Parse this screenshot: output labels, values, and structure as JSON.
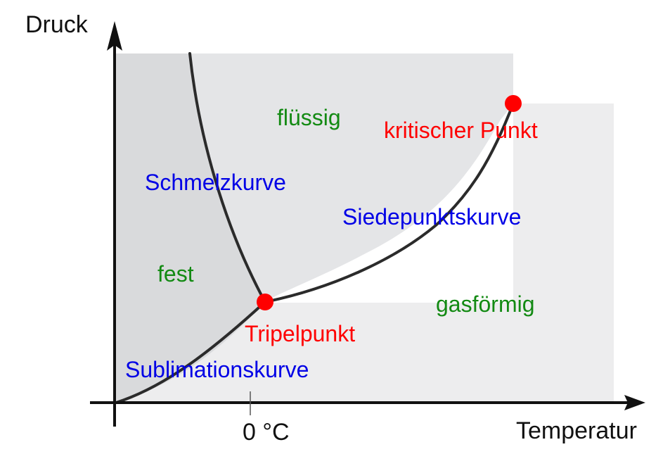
{
  "axes": {
    "y_label": "Druck",
    "x_label": "Temperatur",
    "x_tick_label": "0 °C"
  },
  "regions": {
    "solid": "fest",
    "liquid": "flüssig",
    "gas": "gasförmig"
  },
  "curves": {
    "melting": "Schmelzkurve",
    "boiling": "Siedepunktskurve",
    "sublimation": "Sublimationskurve"
  },
  "points": {
    "triple": "Tripelpunkt",
    "critical": "kritischer Punkt"
  },
  "colors": {
    "solid_fill": "#d9dadc",
    "liquid_fill": "#e4e5e7",
    "gas_fill": "#ededee",
    "curve": "#2b2b2b",
    "axis": "#111111",
    "point": "#ff0000",
    "region_text": "#138a13",
    "curve_text": "#0000e6",
    "point_text": "#ff0000"
  }
}
